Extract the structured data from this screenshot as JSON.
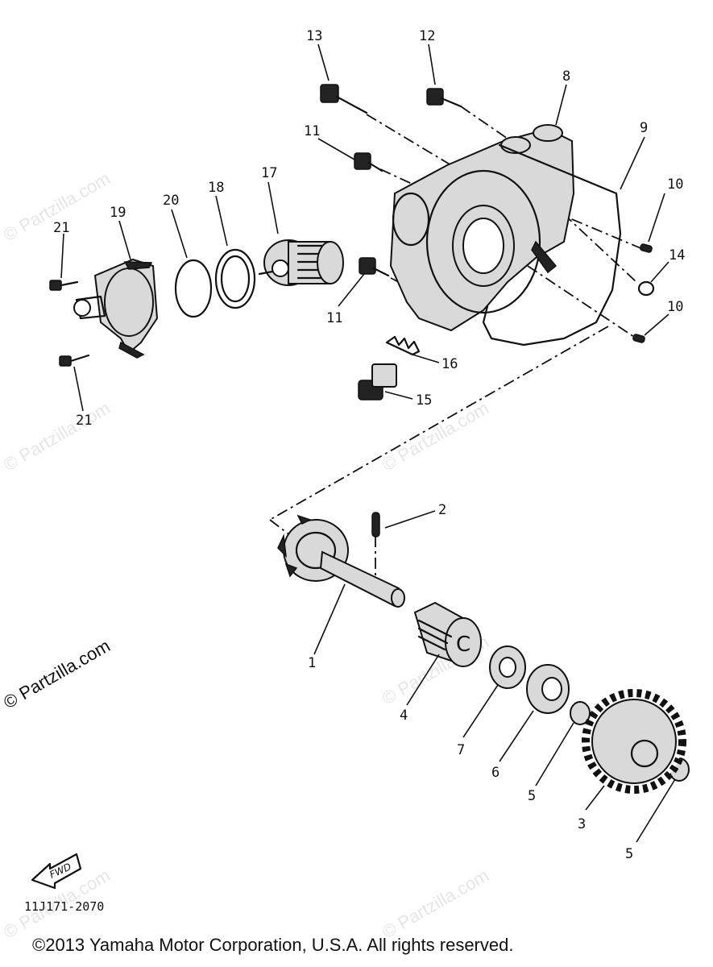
{
  "watermark": "© Partzilla.com",
  "callouts": {
    "c1": "1",
    "c2": "2",
    "c3": "3",
    "c4": "4",
    "c5a": "5",
    "c5b": "5",
    "c6": "6",
    "c7": "7",
    "c8": "8",
    "c9": "9",
    "c10a": "10",
    "c10b": "10",
    "c11a": "11",
    "c11b": "11",
    "c12": "12",
    "c13": "13",
    "c14": "14",
    "c15": "15",
    "c16": "16",
    "c17": "17",
    "c18": "18",
    "c19": "19",
    "c20": "20",
    "c21a": "21",
    "c21b": "21"
  },
  "fwd_label": "FWD",
  "drawing_code": "11J171-2070",
  "copyright": "©2013 Yamaha Motor Corporation, U.S.A. All rights reserved."
}
